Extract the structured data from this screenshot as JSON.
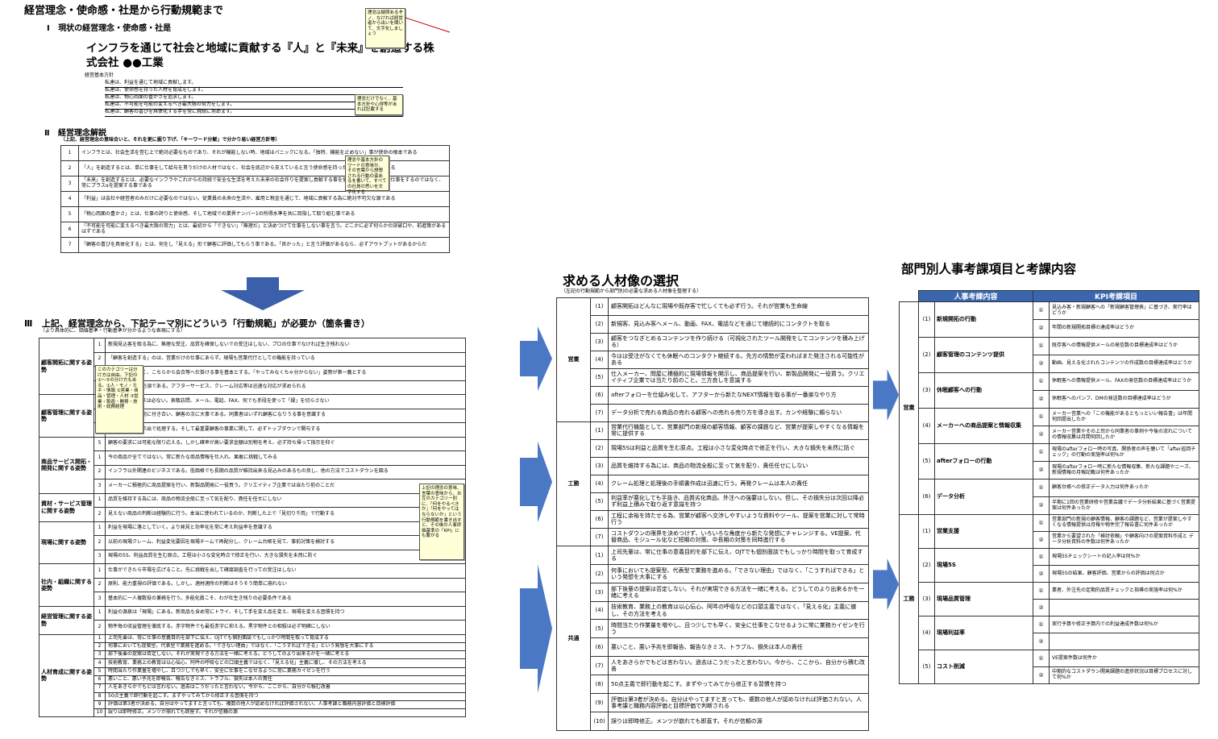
{
  "left": {
    "title": "経営理念・使命感・社是から行動規範まで",
    "sec1_num": "Ⅰ",
    "sec1_title": "現状の経営理念・使命感・社是",
    "motto_line1": "インフラを通じて社会と地域に貢献する『人』と『未来』を創造する株",
    "motto_line2": "式会社 ●●工業",
    "note1": "理念は疑問あるぞノ、なければ経営者から出いを聞いて、文字化しましょう",
    "basic_policy_label": "経営基本方針",
    "policies": [
      "私達は、利益を通じて地域に貢献します。",
      "私達は、使命感を持った人材を育成をします。",
      "私達は、物心両面の豊かさを追求します。",
      "私達は、不可能を可能の変えるべき最大限の努力をします。",
      "私達は、顧客の喜びを具体化する手を常に挑続に努めます。"
    ],
    "note2": "理念だけでなく、基本方針や心得等があれば記載する",
    "sec2_num": "Ⅱ",
    "sec2_title": "経営理念解説",
    "sec2_sub": "（上記、経営理念の意味合いと、それを更に掘り下げ、「キーワード分解」で分かり易い経営方針等）",
    "note3": "理念や基本方針のワードの意味か、その言葉から想想される行動の姿あるを書いて、すべての社員の思いを文字化する",
    "explain_rows": [
      {
        "n": "1",
        "t": "インフラとは、社会生活を営む上で絶対必要なものであり、それが機能しない時、地域はパニックになる。「独特、機能を止めない」事が使命の根本である"
      },
      {
        "n": "2",
        "t": "「人」を創造するとは、単に仕事をして給与を貰うだけの人材ではなく、社会を底辺から支えていると言う使命感を持った人材を育てる事である"
      },
      {
        "n": "3",
        "t": "「未来」を創造するとは、必要なインフラやこれからの持続で安全な生活を考えた未来の社会作りを提案し貢献する事を使命として、後の為に仕事をするのではなく、常にプラスαを提案する事である"
      },
      {
        "n": "4",
        "t": "「利益」は会社や経営者のみだけに必要なのではない。従業員の未来の生活や、雇用と税金を通じて、地域に貢献する為に絶対不可欠な源である"
      },
      {
        "n": "5",
        "t": "「物心両面の豊かさ」とは、仕事の誇りと使命感、そして地域での業界ナンバー1の所得水準を共に目指して取り組む事である"
      },
      {
        "n": "6",
        "t": "「不可能を可能に変えるべき最大限の努力」とは、最初から「できない」「無理だ」と決めつけて仕事をしない事を言う。どこかに必ず何らかの突破口や、前進策があるはずである"
      },
      {
        "n": "7",
        "t": "「顧客の喜びを具体化する」とは、何をし「見える」形で顧客に評価してもらう事である。「良かった」と言う評価があるなら、必ずアウトプットがあるからだ"
      }
    ],
    "sec3_num": "Ⅲ",
    "sec3_title": "上記、経営理念から、下記テーマ別にどういう「行動規範」が必要か（箇条書き）",
    "sec3_sub": "（より具体的に、価値基準・行動基準が分かるような表現にする）",
    "note4": "このカテゴリーは分け方は自由。下記の①〜⑤の分け方もある。①人・モノ・カネ・情報 ②営業・商品・管理・人材 ③営業・製造・開発・技術・総務経理",
    "note5": "上記の理念の意味、言葉の意味から、お互のカテゴリー別に、「何をやるべきか」「何をやってはならないか」という行動規範を書き出すと、その後の人事評価基準の「KPI」にも繋がる",
    "categories": [
      {
        "name": "顧客開拓に関する姿勢",
        "rows": [
          {
            "n": "1",
            "t": "新規見込客を取る為に、無理な受注、品質を確保しないでの受注はしない、プロの仕事でなければ生き残れない"
          },
          {
            "n": "2",
            "t": "「顧客を創造する」のは、営業だけの仕事にあらず。現場も営業代行としての機能を持っている"
          },
          {
            "n": "3",
            "t": "受注者だけでなく、こちらから会合等へ仕掛ける事を基本とする。「やってみなくちゃ分からない」姿勢が第一義とする"
          },
          {
            "n": "4",
            "t": "サービスは先手必須である。アフターサービス、クレーム対応等は迅速な対応が求められる"
          }
        ]
      },
      {
        "name": "顧客管理に関する姿勢",
        "rows": [
          {
            "n": "1",
            "t": "顧客へのアクセスは必ない。表敬訪問、メール、電話、FAX、何でも手段を使って「縁」を切らさない"
          },
          {
            "n": "2",
            "t": "情報を集めて上司に付き合い、顧客の次に大事である。同業者はいずれ顧客になりうる事を意識する"
          },
          {
            "n": "3",
            "t": "情報は内容を表示出で処理する。そして最重要顧客の事業に関して、必ずトップダウンで関与する"
          }
        ]
      },
      {
        "name": "商品サービス開拓・開発に関する姿勢",
        "rows": [
          {
            "n": "5",
            "t": "顧客の要求には可能な限り応える。しかし確率が高い要求金額は別物を考え、必ず持ち帰って指示を仰ぐ"
          },
          {
            "n": "1",
            "t": "今の商品が全てではない。常に新たな商品情報を仕入れ、果敢に挑戦してみる"
          },
          {
            "n": "2",
            "t": "インフラ以外関連のビジネスである。低価格でも長期の品質が維持出来る見込みのあるもの良し、他の方法でコストダウンを図る"
          },
          {
            "n": "3",
            "t": "メーカーに積極的に商品提案を行い、新製品開発に一役買う。クリエイティブ企業では当たり前のことだ"
          }
        ]
      },
      {
        "name": "資材・サービス管理に関する姿勢",
        "rows": [
          {
            "n": "1",
            "t": "品質を維持する為には、商品の物流全般に至って気を配り、責任を任せにしない"
          },
          {
            "n": "2",
            "t": "見えない商品の判断は経験的に行う。本当に使われているのか、判断した上で「見切り千両」で行動する"
          }
        ]
      },
      {
        "name": "現場に関する姿勢",
        "rows": [
          {
            "n": "1",
            "t": "利益を現場に落としていく。より発見と効率化を常に考え利益率を意識する"
          },
          {
            "n": "2",
            "t": "以前の現場クレーム、利益変化要因を現場チームで再配分し、クレーム台帳を見て、事前対策を検討する"
          },
          {
            "n": "3",
            "t": "現場の5S、利益品質を生む原点。工程は小さな変化時点で修正を行い、大きな損失を未然に防ぐ"
          }
        ]
      },
      {
        "name": "社内・組織に関する姿勢",
        "rows": [
          {
            "n": "1",
            "t": "仕事ができたら市場を広げること。先に挑戦を出して確度調査を行っての受注はしない"
          },
          {
            "n": "2",
            "t": "原則、能力重視の評価である。しかし、適材適所の判断はそうそう簡単に崩れない"
          },
          {
            "n": "3",
            "t": "基本的に一人複数役の兼務を行う。多能化員こそ、わが社生き残りの必要条件である"
          }
        ]
      },
      {
        "name": "経営管理に関する姿勢",
        "rows": [
          {
            "n": "1",
            "t": "利益の源泉は「現場」にある。新商品も含め常にトライ、そして手を変え品を変え、現場を変える習慣を持つ"
          },
          {
            "n": "2",
            "t": "物件毎の収益管理を徹底する。赤字物件でも最低赤字に抑える。黒字物件との相殺は必ず明確にしない"
          }
        ]
      },
      {
        "name": "人材育成に関する姿勢",
        "rows": [
          {
            "n": "1",
            "t": "上司先輩は、常に仕事の意義目的を部下に伝え、OJTでも個別面談でもしっかり時間を取って育成する"
          },
          {
            "n": "2",
            "t": "何事においても提案型、代表型で業務を進める。「できない理由」ではなく、「こうすればできる」という発想を大事にする"
          },
          {
            "n": "3",
            "t": "部下後輩の提案は否定しない。それが実現できる方法を一緒に考える。どうしてのより出来るかを一緒に考える"
          },
          {
            "n": "4",
            "t": "技術教育、業務上の教育は以心伝心、阿吽の呼吸などの口頭主義ではなく、「見える化」主義に徹し、その方法を考える"
          },
          {
            "n": "5",
            "t": "時間当たり作業量を増やし、且つ少しでも早く、安全に仕事をこなせるように常に業務カイゼンを行う"
          },
          {
            "n": "6",
            "t": "悪いこと、悪い予兆を即報告、報告なきミス、トラブル、損失は本人の責任"
          },
          {
            "n": "7",
            "t": "人をあきらかでもどは言わない。過去はこうだったと言わない。今から、ここから、自分から積む改善"
          },
          {
            "n": "8",
            "t": "50点主義で即行動を起こす。まずやってみてから修正する習慣を持つ"
          },
          {
            "n": "9",
            "t": "評価は第3者が決める。自分はやってますと言っても、複数の他人が認めなければ評価されない。人事考課と職務内容評価と目標評価"
          },
          {
            "n": "10",
            "t": "誤りは即時修正。メンツが崩れても即座す。それが信頼の源"
          }
        ]
      }
    ]
  },
  "middle": {
    "title": "求める人材像の選択",
    "subtitle": "（左記の行動規範から部門別の必要な求める人材像を整理する）",
    "groups": [
      {
        "name": "営業",
        "rows": [
          {
            "n": "(1)",
            "t": "顧客開拓はどんなに現場や既存客で忙しくても必ず行う。それが営業も生命線"
          },
          {
            "n": "(2)",
            "t": "新規客、見込み客へメール、動画、FAX、電話などを通じて継続的にコンタクトを取る"
          },
          {
            "n": "(3)",
            "t": "顧客をつなぎとめるコンテンツを作り続ける（可視化されたツール開発をしてコンテンツを積み上げる）"
          },
          {
            "n": "(4)",
            "t": "今はは受注がなくても休眠へのコンタクト継続する。先方の情勢が変わればまた発注される可能性がある"
          },
          {
            "n": "(5)",
            "t": "仕入メーカー、問屋に積極的に現場情報を開示し、商品提案を行い、新製品開発に一役買う。クリエイティブ企業では当たり前のこと。三方良しを意識する"
          },
          {
            "n": "(6)",
            "t": "afterフォローを仕組み化して、アフターから新たなNEXT情報を取る事が一番楽なやり方"
          },
          {
            "n": "(7)",
            "t": "データ分析で売れる商品の売れる顧客への売れる売り方を導き出す。カンや経験に頼らない"
          }
        ]
      },
      {
        "name": "工務",
        "rows": [
          {
            "n": "(1)",
            "t": "営業代行機能として、営業部門の新規の顧客情報、顧客の課題など、営業が提案しやすくなる情報を常に提供する"
          },
          {
            "n": "(2)",
            "t": "現場5Sは利益と品質を生む原点。工程は小さな変化時点で修正を行い、大きな損失を未然に防ぐ"
          },
          {
            "n": "(3)",
            "t": "品質を維持する為には、商品の物流全般に至って気を配り、責任任せにしない"
          },
          {
            "n": "(4)",
            "t": "クレーム処理と処理後の手順書作成は迅速に行う。再発クレームは本人の責任"
          },
          {
            "n": "(5)",
            "t": "利益率が悪化しても手抜き、品質劣化商品、外注への強要はしない。但し、その損失分は次回以降必ず利益上積みで取り返す意識を持つ"
          },
          {
            "n": "(6)",
            "t": "工程に余裕を持たせる為、営業が顧客へ交渉しやすいような資料やツール、提案を営業に対して常時行う"
          },
          {
            "n": "(7)",
            "t": "コストダウンの限界を決めつけず、いろいろな角度から新たな発想にチャレンジする。VE提案、代替商品、モジュール化など短期の対策、中長期の対策を同時進行する"
          }
        ]
      },
      {
        "name": "共通",
        "rows": [
          {
            "n": "(1)",
            "t": "上司先輩は、常に仕事の意義目的を部下に伝え、OJTでも個別面談でもしっかり時間を取って育成する"
          },
          {
            "n": "(2)",
            "t": "何事においても提案型、代表型で業務を進める。「できない理由」ではなく、「こうすればできる」という発想を大事にする"
          },
          {
            "n": "(3)",
            "t": "部下後輩の提案は否定しない。それが実現できる方法を一緒に考える。どうしてのより出来るかを一緒に考える"
          },
          {
            "n": "(4)",
            "t": "技術教育、業務上の教育は以心伝心、阿吽の呼吸などの口頭主義ではなく、「見える化」主義に徹し、その方法を考える"
          },
          {
            "n": "(5)",
            "t": "時間当たり作業量を増やし、且つ少しでも早く、安全に仕事をこなせるように常に業務カイゼンを行う"
          },
          {
            "n": "(6)",
            "t": "悪いこと、悪い予兆を即報告、報告なきミス、トラブル、損失は本人の責任"
          },
          {
            "n": "(7)",
            "t": "人をあきらかでもどは言わない。過去はこうだったと言わない。今から、ここから、自分から積む改善"
          },
          {
            "n": "(8)",
            "t": "50点主義で即行動を起こす。まずやってみてから修正する習慣を持つ"
          },
          {
            "n": "(9)",
            "t": "評価は第3者が決める。自分はやってますと言っても、複数の他人が認めなければ評価されない。人事考課と職務内容評価と目標評価で判断される"
          },
          {
            "n": "(10)",
            "t": "誤りは即時修正。メンツが崩れても即直す。それが信頼の源"
          }
        ]
      }
    ]
  },
  "right": {
    "title": "部門別人事考課項目と考課内容",
    "col_items": "人事考課内容",
    "col_kpi": "KPI考課項目",
    "header_color": "#3a66b0",
    "groups": [
      {
        "name": "営業",
        "items": [
          {
            "n": "(1)",
            "name": "新規開拓の行動",
            "kpis": [
              {
                "m": "①",
                "t": "見込み客・新規顧客への「新規顧客管理表」に基づき、実行率はどうか"
              },
              {
                "m": "②",
                "t": "年間の新規開拓目標の達成率はどうか"
              }
            ]
          },
          {
            "n": "(2)",
            "name": "顧客管理のコンテンツ提供",
            "kpis": [
              {
                "m": "①",
                "t": "既存客への情報提供メールの発信数の目標達成率はどうか"
              },
              {
                "m": "②",
                "t": "動画、見える化されたコンテンツの作成数の目標達成率はどうか"
              }
            ]
          },
          {
            "n": "(3)",
            "name": "休眠顧客への行動",
            "kpis": [
              {
                "m": "①",
                "t": "休眠客への情報提供メール、FAXの発信数の目標達成率はどうか"
              },
              {
                "m": "②",
                "t": "休眠客へのパンフ、DMの発送数の目標達成率はどうか"
              }
            ]
          },
          {
            "n": "(4)",
            "name": "メーカーへの商品提案と情報収集",
            "kpis": [
              {
                "m": "①",
                "t": "メーカー営業への「この機能があるともっといい報告書」は年間何回提出したか"
              },
              {
                "m": "②",
                "t": "メーカー営業やその上司から同業者の事例や今後の流れについての情報収集は月間何回したか"
              }
            ]
          },
          {
            "n": "(5)",
            "name": "afterフォローの行動",
            "kpis": [
              {
                "m": "①",
                "t": "現場のafterフォロー時の写真、関係者の声を聴いて「after巡回チェック」の行動の実施率は何%か"
              },
              {
                "m": "②",
                "t": "現場のafterフォロー時に新たな情報収集、新たな課題やニーズ、新規情報の月報記載は何件あったか"
              }
            ]
          },
          {
            "n": "(6)",
            "name": "データ分析",
            "kpis": [
              {
                "m": "①",
                "t": "顧客台帳への修正データ入力は何件あったか"
              },
              {
                "m": "②",
                "t": "半期に1回の営業研修や営業会議でデータ分析結果に基づく営業提案は何件あったか"
              }
            ]
          }
        ]
      },
      {
        "name": "工務",
        "items": [
          {
            "n": "(1)",
            "name": "営業支援",
            "kpis": [
              {
                "m": "①",
                "t": "営業部門の新規の顧客情報、顧客の課題など、営業が提案しやすくなる情報提供は月報や物件完了報告書に何件あったか"
              },
              {
                "m": "②",
                "t": "営業から要望された「検討依頼」や顧客向けの提案資料作成と データ分析資料の件数は何件あったか"
              }
            ]
          },
          {
            "n": "(2)",
            "name": "現場5S",
            "kpis": [
              {
                "m": "①",
                "t": "現場5Sチェックシートの記入率は何%か"
              },
              {
                "m": "②",
                "t": "現場5Sの結果、顧客評価、営業からの評価は何点か"
              }
            ]
          },
          {
            "n": "(3)",
            "name": "現場品質管理",
            "kpis": [
              {
                "m": "①",
                "t": "業者、外注先の定期的品質チェックと指導の実施率は何%か"
              },
              {
                "m": "②",
                "t": ""
              }
            ]
          },
          {
            "n": "(4)",
            "name": "現場利益率",
            "kpis": [
              {
                "m": "①",
                "t": "実行予算や修正予算内での利益達成件数は何%か"
              },
              {
                "m": "②",
                "t": ""
              }
            ]
          },
          {
            "n": "(5)",
            "name": "コスト削減",
            "kpis": [
              {
                "m": "①",
                "t": "VE提案件数は何件か"
              },
              {
                "m": "②",
                "t": "中期的なコストダウン開発課題の進捗状況は目標プロセスに対して何%か"
              }
            ]
          }
        ]
      }
    ]
  }
}
